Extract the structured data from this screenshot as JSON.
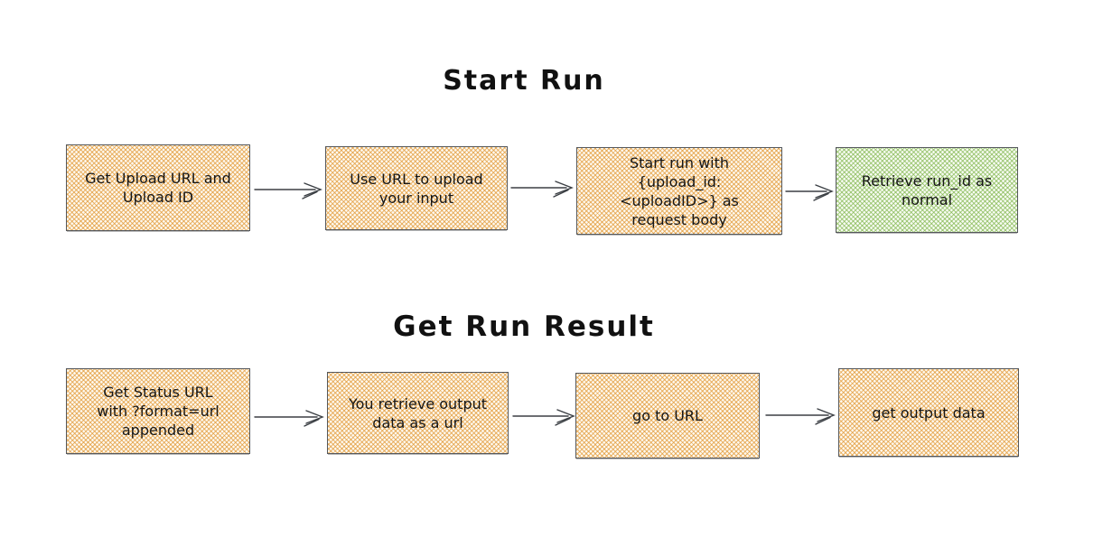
{
  "diagram": {
    "background": "#ffffff",
    "colors": {
      "box_border": "#55585c",
      "orange_fill": "#e29834",
      "green_fill": "#7db347",
      "arrow": "#3b3f44",
      "text": "#161616"
    },
    "sections": [
      {
        "title": "Start Run",
        "nodes": [
          {
            "label": "Get Upload URL and\nUpload ID",
            "fill": "orange"
          },
          {
            "label": "Use URL to upload\nyour input",
            "fill": "orange"
          },
          {
            "label": "Start run with\n{upload_id:\n<uploadID>} as\nrequest body",
            "fill": "orange"
          },
          {
            "label": "Retrieve run_id as\nnormal",
            "fill": "green"
          }
        ],
        "edges": [
          "0-1",
          "1-2",
          "2-3"
        ]
      },
      {
        "title": "Get Run Result",
        "nodes": [
          {
            "label": "Get Status URL\nwith ?format=url\nappended",
            "fill": "orange"
          },
          {
            "label": "You retrieve output\ndata as a url",
            "fill": "orange"
          },
          {
            "label": "go to URL",
            "fill": "orange"
          },
          {
            "label": "get output data",
            "fill": "orange"
          }
        ],
        "edges": [
          "0-1",
          "1-2",
          "2-3"
        ]
      }
    ]
  }
}
